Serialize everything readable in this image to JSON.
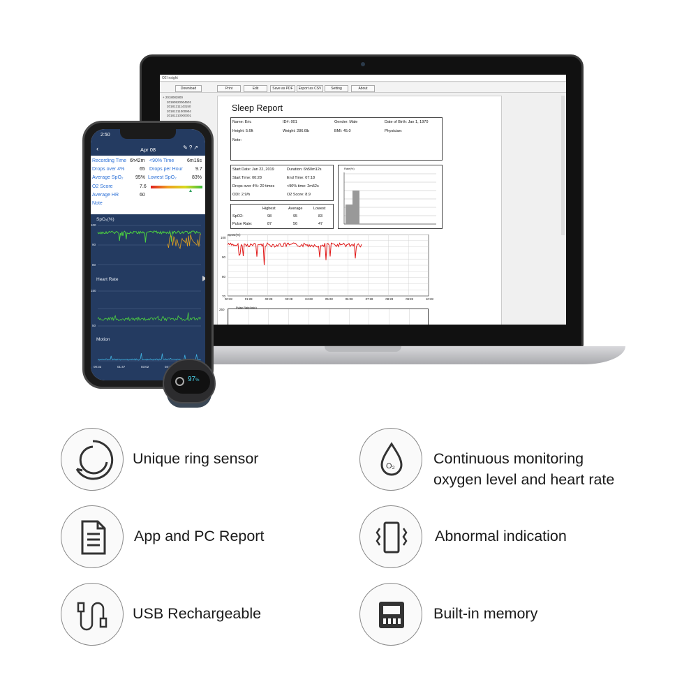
{
  "pc_app": {
    "window_title": "O2 Insight",
    "toolbar": [
      "Download",
      "Print",
      "Edit",
      "Save as PDF",
      "Export as CSV",
      "Setting",
      "About"
    ],
    "tree": [
      "2018082800",
      "20190520004501",
      "20181211143150",
      "20181211000904",
      "20181210000001"
    ],
    "report": {
      "title": "Sleep Report",
      "name": "Name: Eric",
      "id": "ID#: 001",
      "gender": "Gender: Male",
      "dob": "Date of Birth: Jan 1, 1970",
      "height": "Height: 5.6ft",
      "weight": "Weight: 286.6lb",
      "bmi": "BMI: 45.0",
      "physician": "Physician:",
      "note": "Note:",
      "start_date": "Start Date: Jan 22, 2019",
      "duration": "Duration: 6h50m12s",
      "start_time": "Start Time: 00:28",
      "end_time": "End Time: 07:18",
      "drops": "Drops over 4%: 20 times",
      "below90": "<90% time: 2m52s",
      "odi": "ODI: 2.9/h",
      "o2score": "O2 Score: 8.9",
      "table_headers": [
        "Highest",
        "Average",
        "Lowest"
      ],
      "spo2_label": "SpO2:",
      "spo2_values": [
        "98",
        "95",
        "83"
      ],
      "pr_label": "Pulse Rate:",
      "pr_values": [
        "87",
        "56",
        "47"
      ],
      "hist_label": "Rate(%)",
      "spo2_chart_label": "SpO2(%)",
      "spo2_y_ticks": [
        "100",
        "90",
        "80",
        "70"
      ],
      "time_ticks": [
        "00:28",
        "01:28",
        "02:28",
        "03:28",
        "04:28",
        "05:28",
        "06:28",
        "07:28",
        "08:28",
        "09:28",
        "10:28"
      ],
      "pulse_chart_label": "Pulse Rate(/min)",
      "pulse_y_top": "250"
    }
  },
  "phone_app": {
    "time": "2:50",
    "date": "Apr 08",
    "recording_time_label": "Recording Time",
    "recording_time_value": "6h42m",
    "below90_label": "<90% Time",
    "below90_value": "6m16s",
    "drops_label": "Drops over 4%",
    "drops_value": "65",
    "drops_per_hour_label": "Drops per Hour",
    "drops_per_hour_value": "9.7",
    "avg_spo2_label": "Average SpO₂",
    "avg_spo2_value": "95%",
    "lowest_spo2_label": "Lowest SpO₂",
    "lowest_spo2_value": "83%",
    "o2_score_label": "O2 Score",
    "o2_score_value": "7.6",
    "avg_hr_label": "Average HR",
    "avg_hr_value": "60",
    "note_label": "Note",
    "spo2_chart": "SpO₂(%)",
    "spo2_ticks": [
      "100",
      "90",
      "80"
    ],
    "hr_chart": "Heart Rate",
    "hr_ticks": [
      "150",
      "50"
    ],
    "motion_chart": "Motion",
    "time_ticks": [
      "00:32",
      "01:47",
      "03:02",
      "04:17"
    ]
  },
  "ring_display": "97",
  "features": [
    {
      "text": "Unique ring sensor",
      "icon": "ring-sensor-icon"
    },
    {
      "text": "Continuous monitoring",
      "text2": "oxygen level and heart rate",
      "icon": "o2-drop-icon",
      "icon_text": "O₂"
    },
    {
      "text": "App and PC Report",
      "icon": "document-icon"
    },
    {
      "text": "Abnormal indication",
      "icon": "vibration-icon"
    },
    {
      "text": "USB Rechargeable",
      "icon": "usb-cable-icon"
    },
    {
      "text": "Built-in memory",
      "icon": "memory-chip-icon"
    }
  ]
}
